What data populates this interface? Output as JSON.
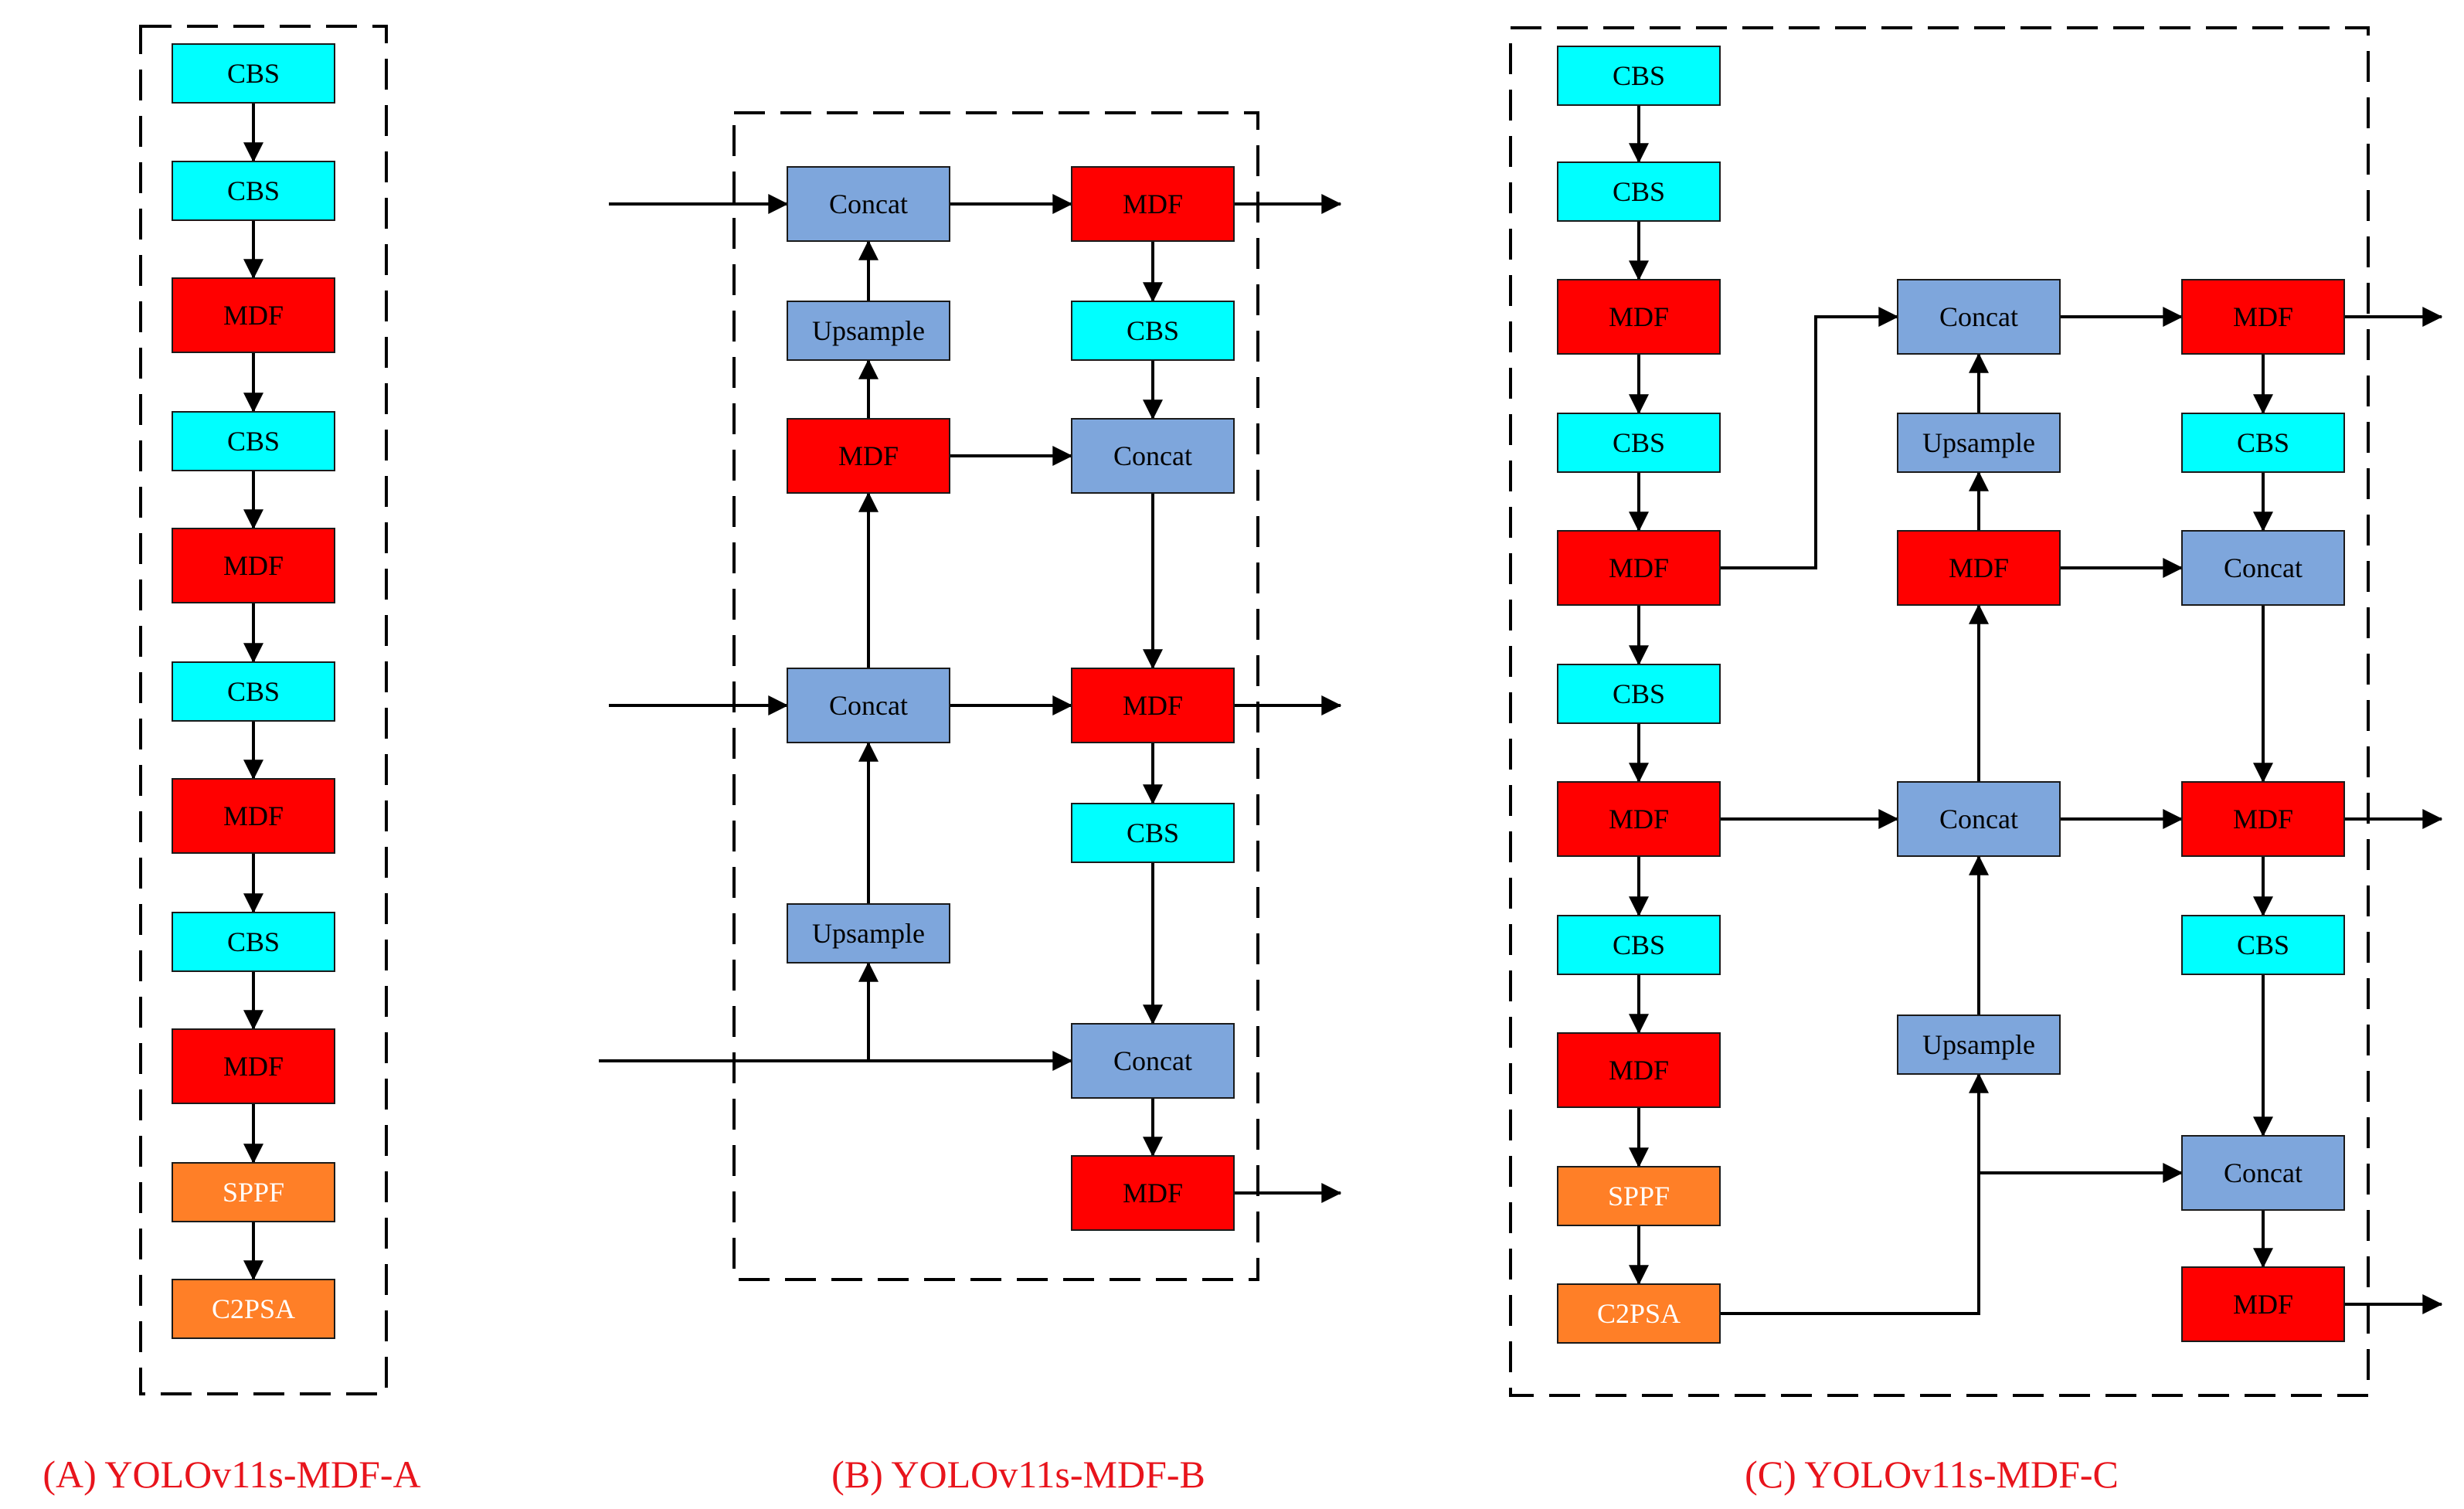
{
  "colors": {
    "CBS": "#00FFFF",
    "MDF": "#FF0000",
    "Concat": "#7EA6DC",
    "Upsample": "#7EA6DC",
    "SPPF": "#FF7F27",
    "C2PSA": "#FF7F27",
    "caption": "#E8141C",
    "line": "#000000"
  },
  "panels": [
    {
      "id": "a",
      "caption": "(A) YOLOv11s-MDF-A",
      "blocks": [
        "CBS",
        "CBS",
        "MDF",
        "CBS",
        "MDF",
        "CBS",
        "MDF",
        "CBS",
        "MDF",
        "SPPF",
        "C2PSA"
      ]
    },
    {
      "id": "b",
      "caption": "(B) YOLOv11s-MDF-B",
      "left_column": [
        "Concat",
        "Upsample",
        "MDF",
        "Concat",
        "Upsample"
      ],
      "right_column": [
        "MDF",
        "CBS",
        "Concat",
        "MDF",
        "CBS",
        "Concat",
        "MDF"
      ]
    },
    {
      "id": "c",
      "caption": "(C) YOLOv11s-MDF-C",
      "backbone": [
        "CBS",
        "CBS",
        "MDF",
        "CBS",
        "MDF",
        "CBS",
        "MDF",
        "CBS",
        "MDF",
        "SPPF",
        "C2PSA"
      ],
      "middle_column": [
        "Concat",
        "Upsample",
        "MDF",
        "Concat",
        "Upsample"
      ],
      "right_column": [
        "MDF",
        "CBS",
        "Concat",
        "MDF",
        "CBS",
        "Concat",
        "MDF"
      ]
    }
  ]
}
